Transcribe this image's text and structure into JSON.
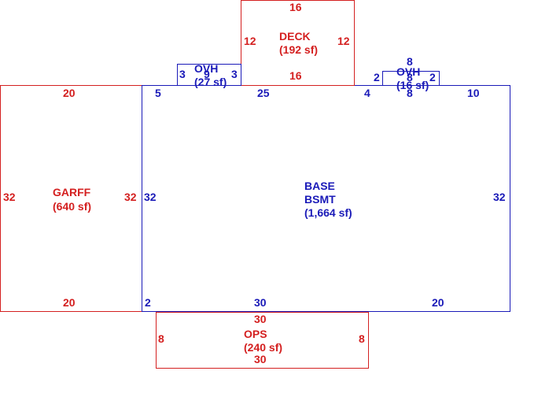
{
  "colors": {
    "red": "#d42020",
    "blue": "#1a1ab8"
  },
  "areas": {
    "deck": {
      "name": "DECK",
      "area": "(192 sf)",
      "dims": [
        "16",
        "12",
        "12",
        "16"
      ]
    },
    "garff": {
      "name": "GARFF",
      "area": "(640 sf)",
      "dims": [
        "20",
        "32",
        "32",
        "20"
      ]
    },
    "base": {
      "name1": "BASE",
      "name2": "BSMT",
      "area": "(1,664 sf)",
      "dims": [
        "5",
        "25",
        "4",
        "10",
        "32",
        "32",
        "2",
        "30",
        "20"
      ]
    },
    "ops": {
      "name": "OPS",
      "area": "(240 sf)",
      "dims": [
        "30",
        "8",
        "8",
        "30"
      ]
    },
    "ovh_left": {
      "name": "OVH",
      "area": "(27 sf)",
      "dims": [
        "3",
        "9",
        "3"
      ]
    },
    "ovh_right": {
      "name": "OVH",
      "area": "(16 sf)",
      "dims": [
        "8",
        "2",
        "8",
        "2",
        "8"
      ]
    }
  }
}
